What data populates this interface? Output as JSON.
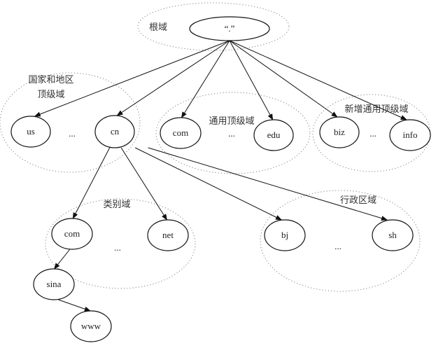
{
  "diagram": {
    "clusters": [
      {
        "id": "root",
        "label": "根域"
      },
      {
        "id": "country",
        "label_lines": [
          "国家和地区",
          "顶级域"
        ]
      },
      {
        "id": "generic",
        "label": "通用顶级域"
      },
      {
        "id": "newgeneric",
        "label": "新增通用顶级域"
      },
      {
        "id": "category",
        "label": "类别域"
      },
      {
        "id": "admin",
        "label": "行政区域"
      }
    ],
    "nodes": [
      {
        "id": "root",
        "label": "“.”"
      },
      {
        "id": "us",
        "label": "us"
      },
      {
        "id": "cn",
        "label": "cn"
      },
      {
        "id": "com",
        "label": "com"
      },
      {
        "id": "edu",
        "label": "edu"
      },
      {
        "id": "biz",
        "label": "biz"
      },
      {
        "id": "info",
        "label": "info"
      },
      {
        "id": "cncom",
        "label": "com"
      },
      {
        "id": "net",
        "label": "net"
      },
      {
        "id": "bj",
        "label": "bj"
      },
      {
        "id": "sh",
        "label": "sh"
      },
      {
        "id": "sina",
        "label": "sina"
      },
      {
        "id": "www",
        "label": "www"
      }
    ],
    "ellipses": [
      {
        "id": "e1",
        "label": "..."
      },
      {
        "id": "e2",
        "label": "..."
      },
      {
        "id": "e3",
        "label": "..."
      },
      {
        "id": "e4",
        "label": "..."
      },
      {
        "id": "e5",
        "label": "..."
      }
    ],
    "edges": [
      [
        "root",
        "us"
      ],
      [
        "root",
        "cn"
      ],
      [
        "root",
        "com"
      ],
      [
        "root",
        "edu"
      ],
      [
        "root",
        "biz"
      ],
      [
        "root",
        "info"
      ],
      [
        "cn",
        "cncom"
      ],
      [
        "cn",
        "net"
      ],
      [
        "cn",
        "bj"
      ],
      [
        "cn",
        "sh"
      ],
      [
        "cncom",
        "sina"
      ],
      [
        "sina",
        "www"
      ]
    ]
  }
}
